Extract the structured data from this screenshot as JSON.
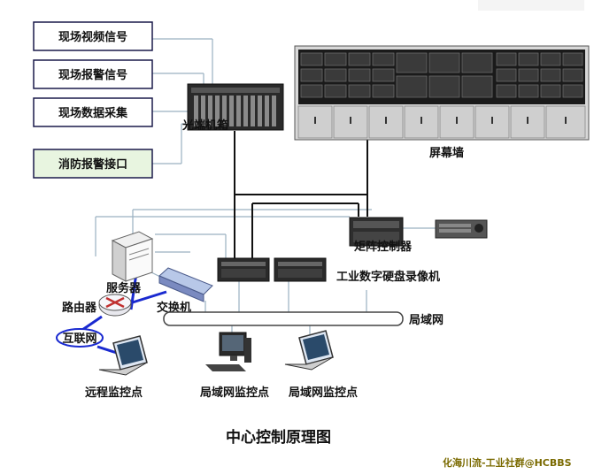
{
  "input_boxes": [
    {
      "label": "现场视频信号"
    },
    {
      "label": "现场报警信号"
    },
    {
      "label": "现场数据采集"
    }
  ],
  "fire_alarm_box": {
    "label": "消防报警接口",
    "fill": "#e8f5e0"
  },
  "devices": {
    "optical_chassis": "光端机箱",
    "screen_wall": "屏幕墙",
    "matrix_controller": "矩阵控制器",
    "dvr": "工业数字硬盘录像机",
    "server": "服务器",
    "router": "路由器",
    "switch": "交换机",
    "internet": "互联网",
    "lan": "局域网",
    "remote_monitor": "远程监控点",
    "lan_monitor_1": "局域网监控点",
    "lan_monitor_2": "局域网监控点"
  },
  "title": "中心控制原理图",
  "watermark": "化海川流-工业社群@HCBBS",
  "colors": {
    "box_border": "#1a1a4a",
    "line_light": "#9ab0c0",
    "line_dark": "#111111",
    "link_blue": "#1a2ad0",
    "router_red": "#c03030"
  }
}
